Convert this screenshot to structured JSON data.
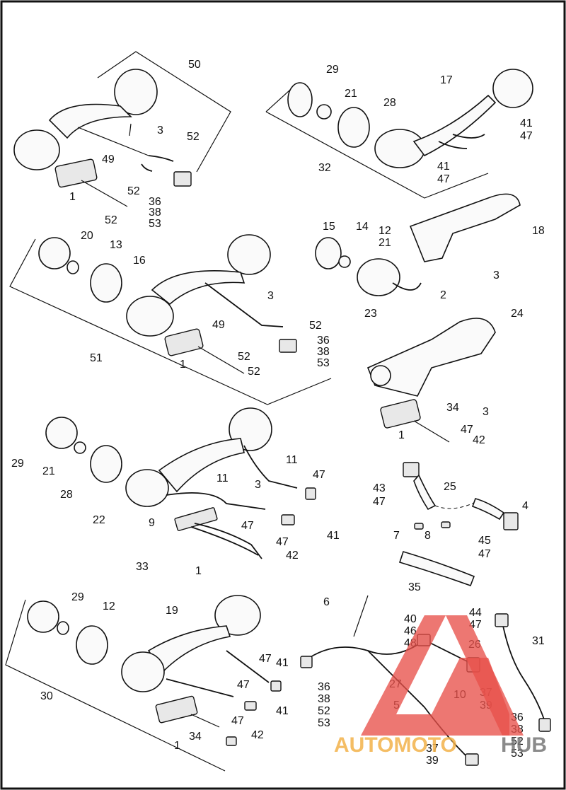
{
  "labels": [
    {
      "id": "50",
      "text": "50"
    },
    {
      "id": "3a",
      "text": "3"
    },
    {
      "id": "52a",
      "text": "52"
    },
    {
      "id": "49a",
      "text": "49"
    },
    {
      "id": "1a",
      "text": "1"
    },
    {
      "id": "52b",
      "text": "52"
    },
    {
      "id": "36a",
      "text": "36"
    },
    {
      "id": "38a",
      "text": "38"
    },
    {
      "id": "53a",
      "text": "53"
    },
    {
      "id": "52c",
      "text": "52"
    },
    {
      "id": "29a",
      "text": "29"
    },
    {
      "id": "21a",
      "text": "21"
    },
    {
      "id": "28a",
      "text": "28"
    },
    {
      "id": "17",
      "text": "17"
    },
    {
      "id": "41a",
      "text": "41"
    },
    {
      "id": "47a",
      "text": "47"
    },
    {
      "id": "41b",
      "text": "41"
    },
    {
      "id": "47b",
      "text": "47"
    },
    {
      "id": "32",
      "text": "32"
    },
    {
      "id": "20",
      "text": "20"
    },
    {
      "id": "13",
      "text": "13"
    },
    {
      "id": "16",
      "text": "16"
    },
    {
      "id": "3b",
      "text": "3"
    },
    {
      "id": "49b",
      "text": "49"
    },
    {
      "id": "52d",
      "text": "52"
    },
    {
      "id": "36b",
      "text": "36"
    },
    {
      "id": "38b",
      "text": "38"
    },
    {
      "id": "53b",
      "text": "53"
    },
    {
      "id": "51",
      "text": "51"
    },
    {
      "id": "1b",
      "text": "1"
    },
    {
      "id": "52e",
      "text": "52"
    },
    {
      "id": "52f",
      "text": "52"
    },
    {
      "id": "15",
      "text": "15"
    },
    {
      "id": "14",
      "text": "14"
    },
    {
      "id": "12a",
      "text": "12"
    },
    {
      "id": "21b",
      "text": "21"
    },
    {
      "id": "18",
      "text": "18"
    },
    {
      "id": "3c",
      "text": "3"
    },
    {
      "id": "2",
      "text": "2"
    },
    {
      "id": "23",
      "text": "23"
    },
    {
      "id": "24",
      "text": "24"
    },
    {
      "id": "3d",
      "text": "3"
    },
    {
      "id": "34a",
      "text": "34"
    },
    {
      "id": "1c",
      "text": "1"
    },
    {
      "id": "47c",
      "text": "47"
    },
    {
      "id": "42a",
      "text": "42"
    },
    {
      "id": "29b",
      "text": "29"
    },
    {
      "id": "21c",
      "text": "21"
    },
    {
      "id": "28b",
      "text": "28"
    },
    {
      "id": "22",
      "text": "22"
    },
    {
      "id": "11a",
      "text": "11"
    },
    {
      "id": "11b",
      "text": "11"
    },
    {
      "id": "3e",
      "text": "3"
    },
    {
      "id": "47d",
      "text": "47"
    },
    {
      "id": "47e",
      "text": "47"
    },
    {
      "id": "41c",
      "text": "41"
    },
    {
      "id": "9",
      "text": "9"
    },
    {
      "id": "33",
      "text": "33"
    },
    {
      "id": "1d",
      "text": "1"
    },
    {
      "id": "47f",
      "text": "47"
    },
    {
      "id": "42b",
      "text": "42"
    },
    {
      "id": "43",
      "text": "43"
    },
    {
      "id": "47g",
      "text": "47"
    },
    {
      "id": "25",
      "text": "25"
    },
    {
      "id": "4",
      "text": "4"
    },
    {
      "id": "7",
      "text": "7"
    },
    {
      "id": "8",
      "text": "8"
    },
    {
      "id": "45",
      "text": "45"
    },
    {
      "id": "47h",
      "text": "47"
    },
    {
      "id": "35",
      "text": "35"
    },
    {
      "id": "29c",
      "text": "29"
    },
    {
      "id": "12b",
      "text": "12"
    },
    {
      "id": "19",
      "text": "19"
    },
    {
      "id": "30",
      "text": "30"
    },
    {
      "id": "47i",
      "text": "47"
    },
    {
      "id": "41d",
      "text": "41"
    },
    {
      "id": "47j",
      "text": "47"
    },
    {
      "id": "41e",
      "text": "41"
    },
    {
      "id": "47k",
      "text": "47"
    },
    {
      "id": "34b",
      "text": "34"
    },
    {
      "id": "1e",
      "text": "1"
    },
    {
      "id": "42c",
      "text": "42"
    },
    {
      "id": "6",
      "text": "6"
    },
    {
      "id": "40",
      "text": "40"
    },
    {
      "id": "46",
      "text": "46"
    },
    {
      "id": "48",
      "text": "48"
    },
    {
      "id": "44",
      "text": "44"
    },
    {
      "id": "47l",
      "text": "47"
    },
    {
      "id": "31",
      "text": "31"
    },
    {
      "id": "26",
      "text": "26"
    },
    {
      "id": "36c",
      "text": "36"
    },
    {
      "id": "38c",
      "text": "38"
    },
    {
      "id": "52g",
      "text": "52"
    },
    {
      "id": "53c",
      "text": "53"
    },
    {
      "id": "27",
      "text": "27"
    },
    {
      "id": "10",
      "text": "10"
    },
    {
      "id": "37a",
      "text": "37"
    },
    {
      "id": "39a",
      "text": "39"
    },
    {
      "id": "5",
      "text": "5"
    },
    {
      "id": "36d",
      "text": "36"
    },
    {
      "id": "38d",
      "text": "38"
    },
    {
      "id": "52h",
      "text": "52"
    },
    {
      "id": "53d",
      "text": "53"
    },
    {
      "id": "37b",
      "text": "37"
    },
    {
      "id": "39b",
      "text": "39"
    }
  ],
  "watermark": {
    "part1": "AUTOMOTO",
    "part2": "HUB"
  },
  "colors": {
    "frame": "#111111",
    "background": "#ffffff",
    "watermark_red": "#e8514a",
    "watermark_orange": "#f3b24a",
    "watermark_gray": "#777777"
  }
}
